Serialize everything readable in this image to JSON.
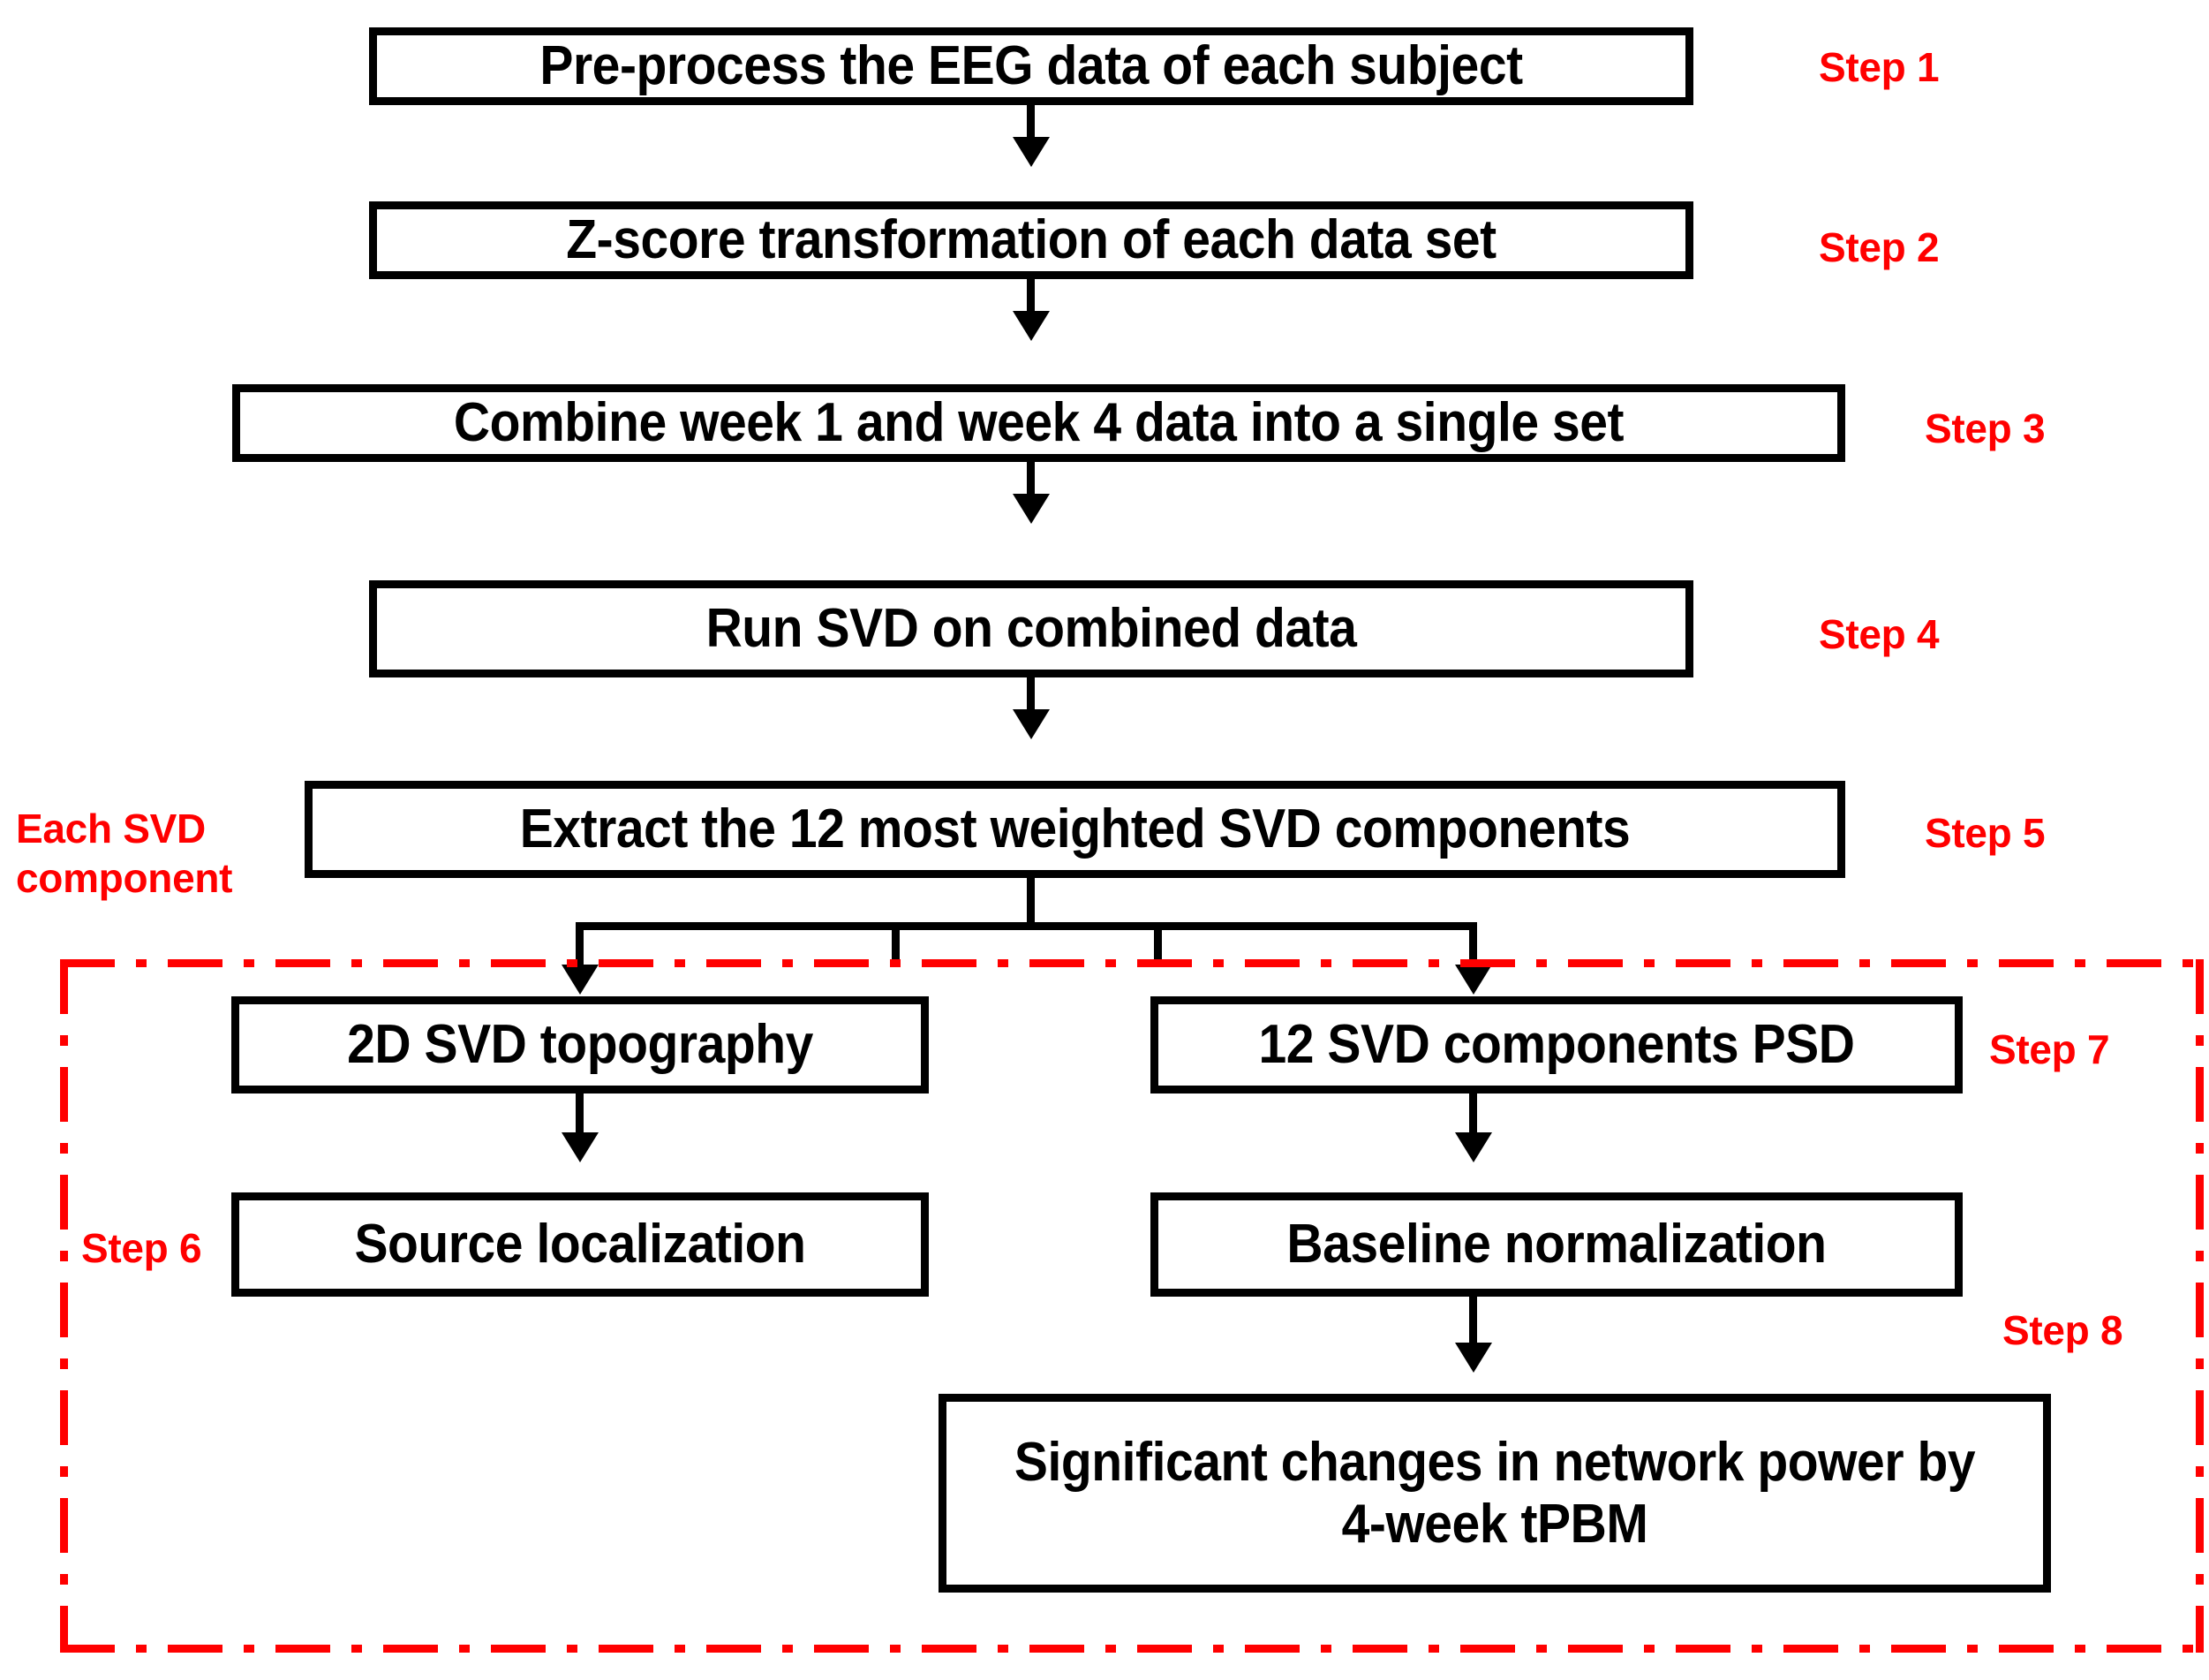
{
  "diagram": {
    "title": "EEG SVD analysis pipeline flowchart",
    "accent_color": "#ff0000",
    "line_color": "#000000",
    "background": "#ffffff",
    "boxes": [
      {
        "id": "step1-box",
        "text": "Pre-process the EEG data of each subject"
      },
      {
        "id": "step2-box",
        "text": "Z-score transformation of each data set"
      },
      {
        "id": "step3-box",
        "text": "Combine week 1 and week 4 data into a single set"
      },
      {
        "id": "step4-box",
        "text": "Run SVD on combined data"
      },
      {
        "id": "step5-box",
        "text": "Extract the 12 most weighted SVD components"
      },
      {
        "id": "topography-box",
        "text": "2D SVD topography"
      },
      {
        "id": "source-localization-box",
        "text": "Source localization"
      },
      {
        "id": "psd-box",
        "text": "12 SVD components PSD"
      },
      {
        "id": "baseline-box",
        "text": "Baseline normalization"
      },
      {
        "id": "result-box",
        "text": "Significant changes in network power by 4-week tPBM"
      }
    ],
    "step_labels": [
      {
        "id": "step-1",
        "text": "Step 1"
      },
      {
        "id": "step-2",
        "text": "Step 2"
      },
      {
        "id": "step-3",
        "text": "Step 3"
      },
      {
        "id": "step-4",
        "text": "Step 4"
      },
      {
        "id": "step-5",
        "text": "Step 5"
      },
      {
        "id": "step-6",
        "text": "Step 6"
      },
      {
        "id": "step-7",
        "text": "Step 7"
      },
      {
        "id": "step-8",
        "text": "Step 8"
      }
    ],
    "annotations": [
      {
        "id": "each-svd-component",
        "text": "Each SVD\ncomponent"
      }
    ]
  }
}
